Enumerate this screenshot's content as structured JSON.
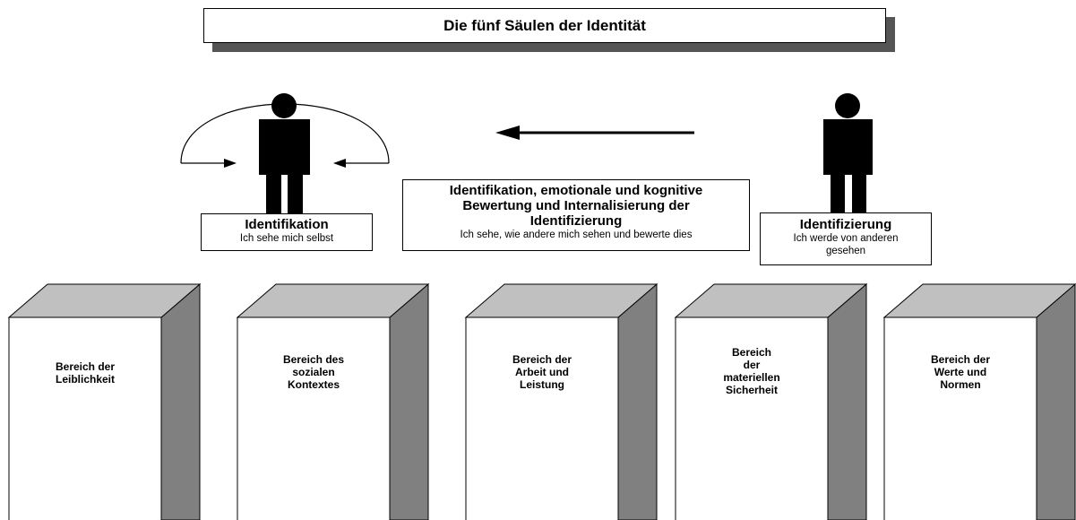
{
  "title": "Die fünf Säulen der Identität",
  "identifikation": {
    "title": "Identifikation",
    "subtitle": "Ich sehe mich selbst"
  },
  "middle": {
    "title_line1": "Identifikation, emotionale und kognitive",
    "title_line2": "Bewertung und Internalisierung der",
    "title_line3": "Identifizierung",
    "subtitle": "Ich sehe, wie andere mich sehen und bewerte dies"
  },
  "identifizierung": {
    "title": "Identifizierung",
    "subtitle_line1": "Ich werde von anderen",
    "subtitle_line2": "gesehen"
  },
  "pillars": [
    {
      "label": "Bereich der\nLeiblichkeit"
    },
    {
      "label": "Bereich des\nsozialen\nKontextes"
    },
    {
      "label": "Bereich der\nArbeit und\nLeistung"
    },
    {
      "label": "Bereich\nder\nmateriellen\nSicherheit"
    },
    {
      "label": "Bereich  der\nWerte und\nNormen"
    }
  ],
  "colors": {
    "pillar_front": "#ffffff",
    "pillar_top": "#c0c0c0",
    "pillar_side": "#808080",
    "figure": "#000000"
  }
}
